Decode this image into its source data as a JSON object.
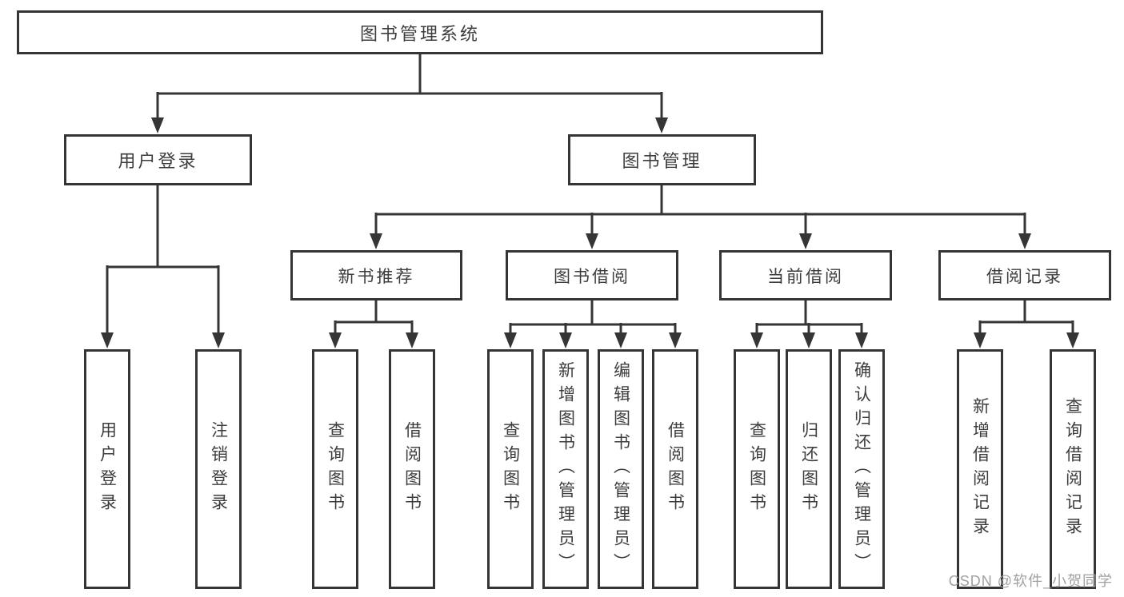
{
  "diagram": {
    "root_label": "图书管理系统",
    "level2": [
      {
        "label": "用户登录"
      },
      {
        "label": "图书管理"
      }
    ],
    "level3": [
      {
        "label": "新书推荐"
      },
      {
        "label": "图书借阅"
      },
      {
        "label": "当前借阅"
      },
      {
        "label": "借阅记录"
      }
    ],
    "leaves": {
      "user_login": [
        "用户登录",
        "注销登录"
      ],
      "new_book_recommend": [
        "查询图书",
        "借阅图书"
      ],
      "book_borrow": [
        "查询图书",
        "新增图书（管理员）",
        "编辑图书（管理员）",
        "借阅图书"
      ],
      "current_borrow": [
        "查询图书",
        "归还图书",
        "确认归还（管理员）"
      ],
      "borrow_records": [
        "新增借阅记录",
        "查询借阅记录"
      ]
    }
  },
  "watermark": {
    "text": "CSDN @软件_小贺同学"
  },
  "colors": {
    "line": "#353535",
    "text": "#3d3d3d",
    "watermark": "#a0a0a0"
  }
}
